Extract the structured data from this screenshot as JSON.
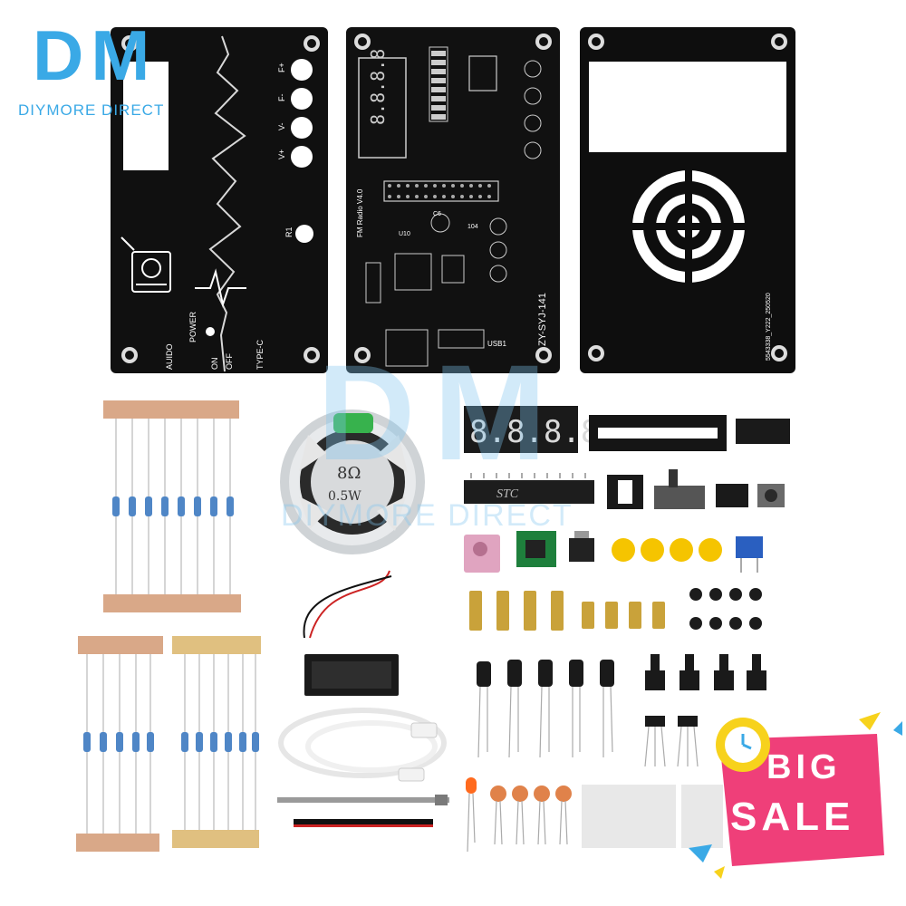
{
  "brand": {
    "logo": "DM",
    "subtitle": "DIYMORE DIRECT",
    "color": "#3aa9e6"
  },
  "watermark": {
    "logo": "DM",
    "subtitle": "DIYMORE DIRECT"
  },
  "pcb_front_panel": {
    "labels": [
      "F+",
      "F-",
      "V-",
      "V+",
      "R1",
      "POWER",
      "AUIDO",
      "ON",
      "OFF",
      "TYPE-C"
    ]
  },
  "pcb_main_board": {
    "labels": [
      "FM Radio V4.0",
      "ZY-SYJ-141",
      "USB1",
      "U10",
      "C6",
      "104",
      "8.8.8.8"
    ]
  },
  "pcb_back_panel": {
    "labels": [
      "5543338_Y222_250520"
    ]
  },
  "speaker": {
    "line1": "8Ω",
    "line2": "0.5W"
  },
  "led_display": {
    "text": "8.8.8.8."
  },
  "chip": {
    "marking": "STC"
  },
  "sale_badge": {
    "line1": "BIG",
    "line2": "SALE",
    "color": "#ef3f79"
  },
  "icons": [
    "clock-icon",
    "radio-icon"
  ]
}
